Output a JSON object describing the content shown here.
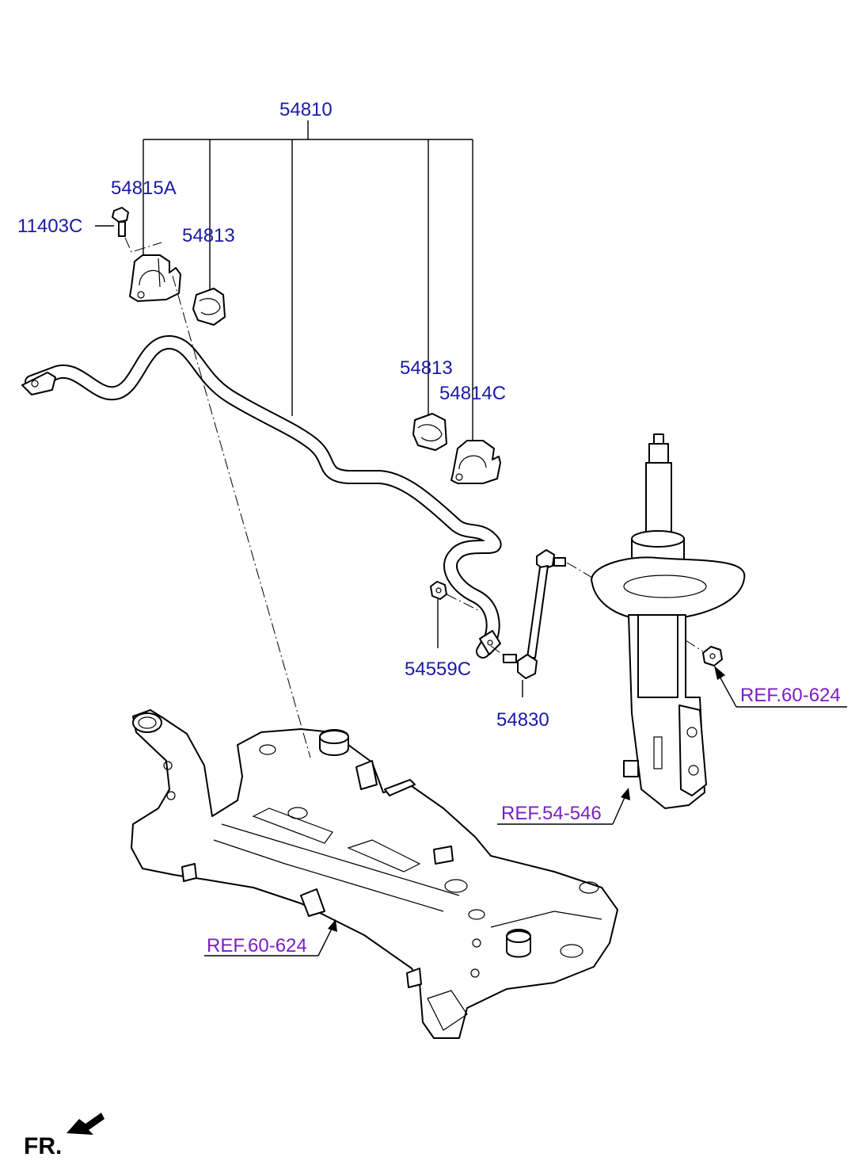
{
  "labels": {
    "p54810": "54810",
    "p54815A": "54815A",
    "p11403C": "11403C",
    "p54813_top": "54813",
    "p54813_mid": "54813",
    "p54814C": "54814C",
    "p54559C": "54559C",
    "p54830": "54830",
    "ref_strut_nut": "REF.60-624",
    "ref_strut": "REF.54-546",
    "ref_subframe": "REF.60-624",
    "front": "FR."
  },
  "colors": {
    "part_number": "#1a1aa8",
    "reference": "#7a1fc4"
  },
  "icons": {
    "front_direction": "arrow-left-down-icon"
  }
}
